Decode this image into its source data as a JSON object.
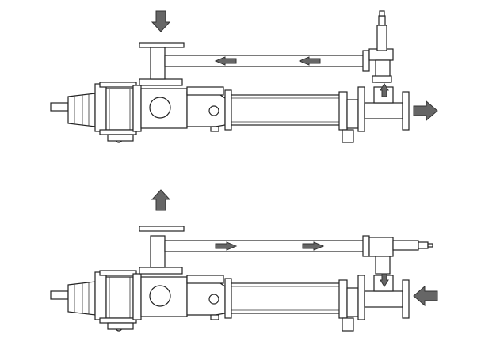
{
  "diagram": {
    "colors": {
      "line": "#222222",
      "background": "#ffffff",
      "arrow_fill": "#666666",
      "arrow_stroke": "#333333"
    },
    "assemblies": [
      {
        "id": "pump-forward",
        "flow_direction": "return-left"
      },
      {
        "id": "pump-reverse",
        "flow_direction": "return-right"
      }
    ]
  }
}
